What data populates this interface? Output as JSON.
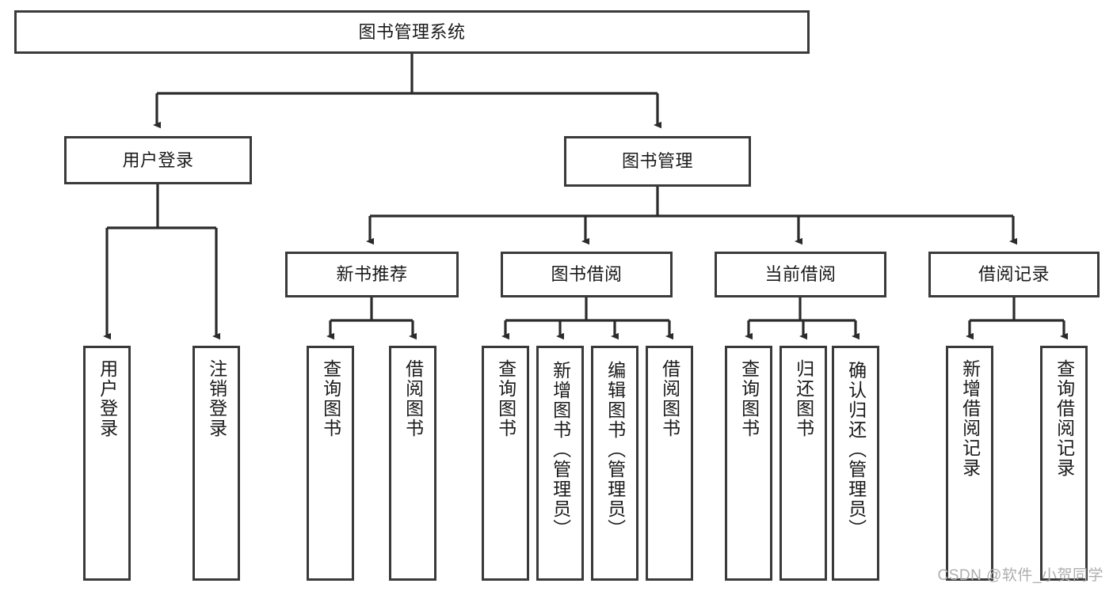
{
  "diagram": {
    "type": "tree-hierarchy",
    "title": "图书管理系统",
    "watermark": "CSDN @软件_小贺同学",
    "colors": {
      "box_border": "#3a3a3a",
      "box_fill": "#ffffff",
      "connector": "#2b2b2b",
      "text": "#1a1a1a",
      "watermark": "#aeaeae"
    },
    "root": {
      "label": "图书管理系统"
    },
    "level1": [
      {
        "label": "用户登录"
      },
      {
        "label": "图书管理"
      }
    ],
    "level2": [
      {
        "label": "新书推荐"
      },
      {
        "label": "图书借阅"
      },
      {
        "label": "当前借阅"
      },
      {
        "label": "借阅记录"
      }
    ],
    "leaves": {
      "user_login": [
        {
          "label": "用户登录"
        },
        {
          "label": "注销登录"
        }
      ],
      "new_book_recommend": [
        {
          "label": "查询图书"
        },
        {
          "label": "借阅图书"
        }
      ],
      "book_borrow": [
        {
          "label": "查询图书"
        },
        {
          "label": "新增图书（管理员）"
        },
        {
          "label": "编辑图书（管理员）"
        },
        {
          "label": "借阅图书"
        }
      ],
      "current_borrow": [
        {
          "label": "查询图书"
        },
        {
          "label": "归还图书"
        },
        {
          "label": "确认归还（管理员）"
        }
      ],
      "borrow_record": [
        {
          "label": "新增借阅记录"
        },
        {
          "label": "查询借阅记录"
        }
      ]
    }
  }
}
